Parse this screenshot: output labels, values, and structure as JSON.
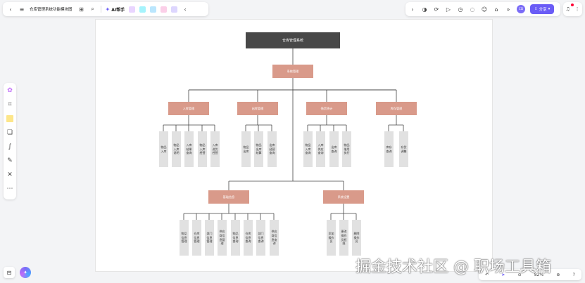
{
  "topbar": {
    "doc_title": "仓库管理系统功能模块图",
    "ai_label": "AI帮手",
    "share_label": "分享",
    "avatar_text": "CD"
  },
  "zoom": "82%",
  "watermark": "掘金技术社区 @ 职场工具箱",
  "chart": {
    "root": "仓库管理系统",
    "branch": "系统管理",
    "groups": [
      {
        "label": "入库管理",
        "leaves": [
          "物品入库",
          "物品入库说明",
          "入库结果查询",
          "物品入库经营",
          "入库进货经营"
        ]
      },
      {
        "label": "出库管理",
        "leaves": [
          "物品出库",
          "物品出库结算",
          "出库经营查询"
        ]
      },
      {
        "label": "借货统计",
        "leaves": [
          "物品入库查询",
          "入库供应查询",
          "出库查询",
          "物品借用执行"
        ]
      },
      {
        "label": "库存管理",
        "leaves": [
          "库存查询",
          "存货调整"
        ]
      },
      {
        "label": "基础信息",
        "leaves": [
          "物品信息管理",
          "仓库信息管理",
          "部门信息管理",
          "供应商信息管理",
          "物品信息查询",
          "仓库信息查询",
          "部门信息查询",
          "供应商信息查询"
        ]
      },
      {
        "label": "系统设置",
        "leaves": [
          "添加操作员",
          "更改操作员权限",
          "删除操作员"
        ]
      }
    ]
  }
}
